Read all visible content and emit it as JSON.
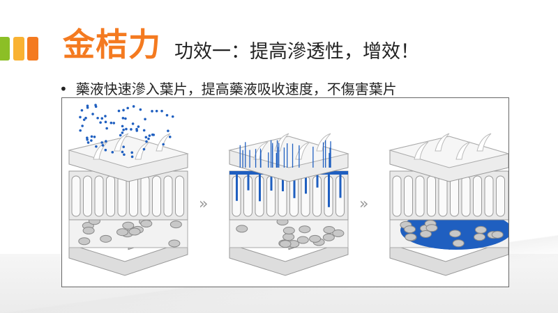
{
  "header": {
    "brand": "金桔力",
    "subtitle": "功效一：提高滲透性，增效！"
  },
  "bullets": [
    "藥液快速滲入葉片，提高藥液吸收速度，不傷害葉片"
  ],
  "figure": {
    "arrow": "»",
    "stages": [
      "spray",
      "penetrate",
      "absorbed"
    ]
  },
  "colors": {
    "brand": "#f47a20",
    "green": "#8cbf26",
    "yellow": "#f9b233",
    "orange": "#f47a20",
    "liquid": "#1f5fc0"
  }
}
